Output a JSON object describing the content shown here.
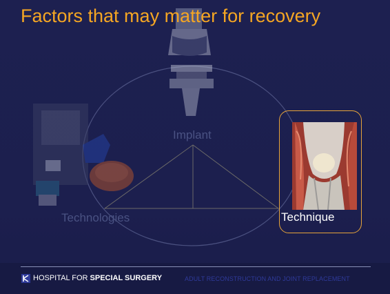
{
  "slide": {
    "title": "Factors that may matter for recovery",
    "factors": {
      "implant": "Implant",
      "technologies": "Technologies",
      "technique": "Technique"
    },
    "highlighted_factor": "Technique",
    "footer": {
      "hospital_prefix": "HOSPITAL FOR ",
      "hospital_bold": "SPECIAL SURGERY",
      "department": "ADULT RECONSTRUCTION AND JOINT REPLACEMENT"
    }
  },
  "colors": {
    "background": "#1c1f4e",
    "title": "#f5a623",
    "highlight_border": "#e8a53a",
    "faded_text": "#4a5283",
    "department_text": "#2f3a9a"
  }
}
